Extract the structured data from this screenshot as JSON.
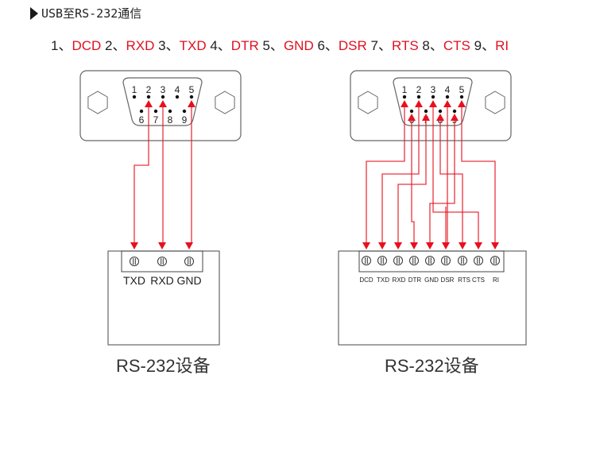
{
  "heading": {
    "icon": "triangle-right-icon",
    "text": "USB至RS-232通信"
  },
  "pin_map": [
    {
      "num": "1、",
      "signal": "DCD"
    },
    {
      "num": "2、",
      "signal": "RXD"
    },
    {
      "num": "3、",
      "signal": "TXD"
    },
    {
      "num": "4、",
      "signal": "DTR"
    },
    {
      "num": "5、",
      "signal": "GND"
    },
    {
      "num": "6、",
      "signal": "DSR"
    },
    {
      "num": "7、",
      "signal": "RTS"
    },
    {
      "num": "8、",
      "signal": "CTS"
    },
    {
      "num": "9、",
      "signal": "RI"
    }
  ],
  "colors": {
    "wire": "#e8101e",
    "outline": "#666666",
    "text_red": "#e0111f"
  },
  "db9_pin_numbers_top": [
    "1",
    "2",
    "3",
    "4",
    "5"
  ],
  "db9_pin_numbers_bottom": [
    "6",
    "7",
    "8",
    "9"
  ],
  "left_diagram": {
    "terminal_labels": [
      "TXD",
      "RXD",
      "GND"
    ],
    "caption": "RS-232设备",
    "connections": [
      {
        "db9_pin": 2,
        "terminal": "TXD"
      },
      {
        "db9_pin": 3,
        "terminal": "RXD"
      },
      {
        "db9_pin": 5,
        "terminal": "GND"
      }
    ]
  },
  "right_diagram": {
    "terminal_labels": [
      "DCD",
      "TXD",
      "RXD",
      "DTR",
      "GND",
      "DSR",
      "RTS",
      "CTS",
      "RI"
    ],
    "caption": "RS-232设备",
    "connections": [
      {
        "db9_pin": 1,
        "terminal": "DCD"
      },
      {
        "db9_pin": 2,
        "terminal": "TXD"
      },
      {
        "db9_pin": 3,
        "terminal": "RXD"
      },
      {
        "db9_pin": 4,
        "terminal": "DTR"
      },
      {
        "db9_pin": 5,
        "terminal": "GND"
      },
      {
        "db9_pin": 6,
        "terminal": "DSR"
      },
      {
        "db9_pin": 7,
        "terminal": "RTS"
      },
      {
        "db9_pin": 8,
        "terminal": "CTS"
      },
      {
        "db9_pin": 9,
        "terminal": "RI"
      }
    ]
  }
}
